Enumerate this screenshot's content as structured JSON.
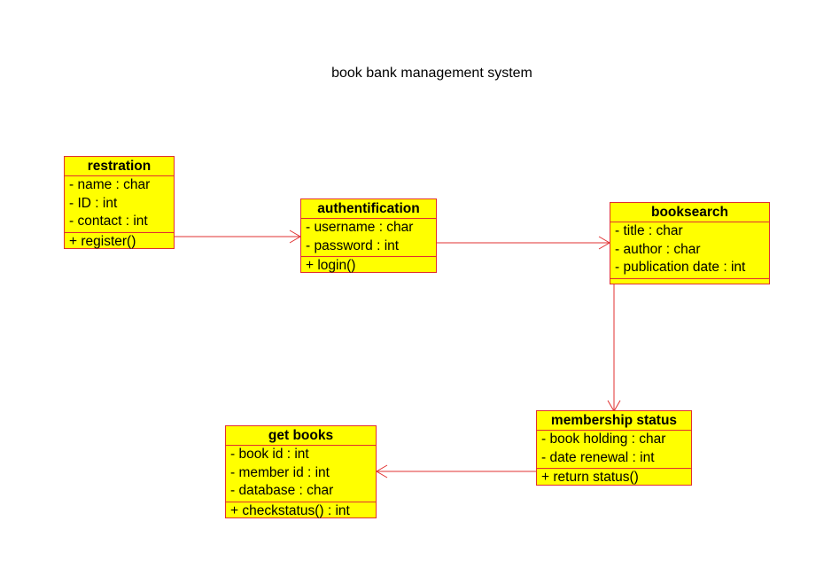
{
  "title": "book bank management system",
  "classes": {
    "restration": {
      "name": "restration",
      "attributes": [
        "- name  : char",
        "- ID : int",
        "- contact : int"
      ],
      "operations": [
        "+ register()"
      ]
    },
    "authentification": {
      "name": "authentification",
      "attributes": [
        "- username : char",
        "- password : int"
      ],
      "operations": [
        "+ login()"
      ]
    },
    "booksearch": {
      "name": "booksearch",
      "attributes": [
        "- title : char",
        "- author : char",
        "- publication date : int"
      ],
      "operations": []
    },
    "membership": {
      "name": "membership status",
      "attributes": [
        "- book holding : char",
        "- date renewal : int"
      ],
      "operations": [
        "+ return status()"
      ]
    },
    "getbooks": {
      "name": "get books",
      "attributes": [
        "- book id : int",
        "- member id : int",
        "- database : char"
      ],
      "operations": [
        "+ checkstatus() : int"
      ]
    }
  },
  "colors": {
    "fill": "#ffff00",
    "line": "#e03030"
  }
}
